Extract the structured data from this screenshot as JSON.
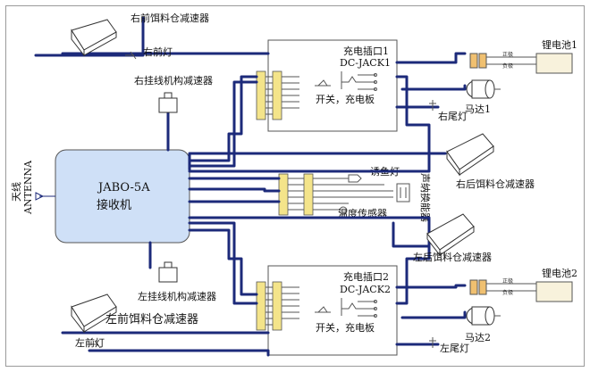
{
  "colors": {
    "wire": "#1c2a7a",
    "receiver_fill": "#cfe0f7",
    "connector": "#f4e48a",
    "bat_connector": "#f0c070",
    "battery": "#f8f2dc"
  },
  "labels": {
    "front_right_reducer": "右前饵料仓减速器",
    "front_right_light": "右前灯",
    "right_hook_reducer": "右挂线机构减速器",
    "charge_port_1": "充电插口1",
    "dc_jack_1": "DC-JACK1",
    "switch_board_1": "开关，充电板",
    "battery_1": "锂电池1",
    "motor_1": "马达1",
    "right_tail_light": "右尾灯",
    "receiver_model": "JABO-5A",
    "receiver_name": "接收机",
    "antenna_cn": "天线",
    "antenna_en": "ANTENNA",
    "fish_light": "诱鱼灯",
    "sonar": "声纳换能器",
    "temp_sensor": "温度传感器",
    "rear_right_reducer": "右后饵料仓减速器",
    "rear_left_reducer": "左后饵料仓减速器",
    "left_hook_reducer": "左挂线机构减速器",
    "front_left_reducer": "左前饵料仓减速器",
    "front_left_light": "左前灯",
    "charge_port_2": "充电插口2",
    "dc_jack_2": "DC-JACK2",
    "switch_board_2": "开关，充电板",
    "battery_2": "锂电池2",
    "motor_2": "马达2",
    "left_tail_light": "左尾灯",
    "bat_pos": "正极",
    "bat_neg": "负极"
  }
}
